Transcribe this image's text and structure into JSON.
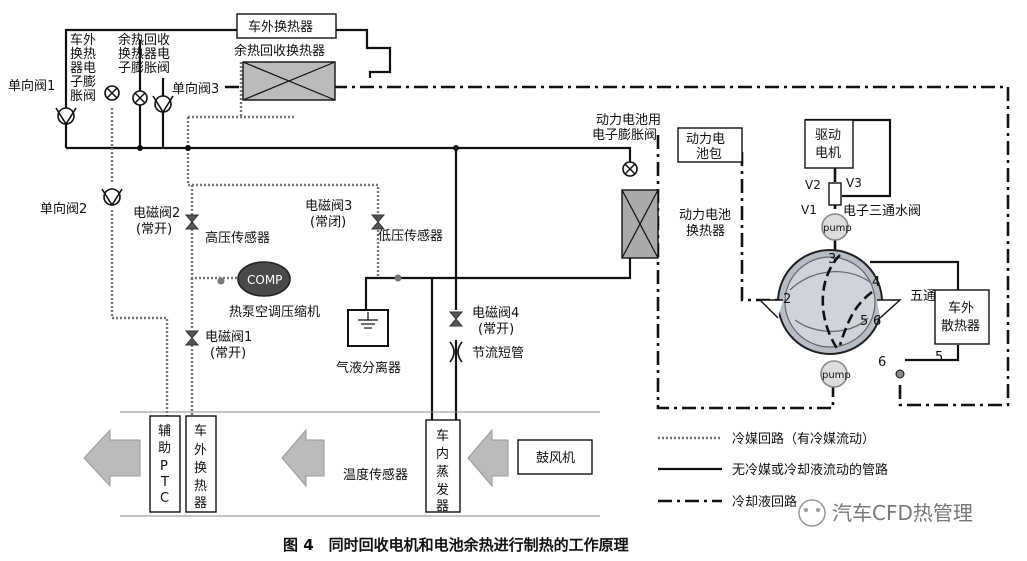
{
  "labels": {
    "outer_hx_top": "车外换热器",
    "waste_heat_hx": "余热回收换热器",
    "check_valve_1": "单向阀1",
    "check_valve_2": "单向阀2",
    "check_valve_3": "单向阀3",
    "outer_hx_exp_valve": "车外换热器电子膨胀阀",
    "waste_hx_exp_valve": "余热回收换热器电子膨胀阀",
    "battery_exp_valve_1": "动力电池用",
    "battery_exp_valve_2": "电子膨胀阀",
    "battery_pack_1": "动力电",
    "battery_pack_2": "池包",
    "drive_motor_1": "驱动",
    "drive_motor_2": "电机",
    "v1": "V1",
    "v2": "V2",
    "v3": "V3",
    "three_way_valve": "电子三通水阀",
    "battery_hx_1": "动力电池",
    "battery_hx_2": "换热器",
    "solenoid_2": "电磁阀2",
    "solenoid_2_state": "(常开)",
    "solenoid_3": "电磁阀3",
    "solenoid_3_state": "(常闭)",
    "high_pressure_sensor": "高压传感器",
    "low_pressure_sensor": "低压传感器",
    "comp": "COMP",
    "compressor": "热泵空调压缩机",
    "solenoid_1": "电磁阀1",
    "solenoid_1_state": "(常开)",
    "gas_liquid_separator": "气液分离器",
    "solenoid_4": "电磁阀4",
    "solenoid_4_state": "(常开)",
    "throttle_tube": "节流短管",
    "five_way_valve": "五通阀",
    "outer_radiator_1": "车外",
    "outer_radiator_2": "散热器",
    "port_2": "2",
    "port_3": "3",
    "port_4": "4",
    "port_5a": "5",
    "port_6a": "6",
    "port_5b": "5",
    "port_6b": "6",
    "pump_top": "pump",
    "pump_bottom": "pump",
    "aux_ptc": "辅助PTC",
    "outer_hx_bottom": "车外换热器",
    "evaporator": "车内蒸发器",
    "temp_sensor": "温度传感器",
    "blower": "鼓风机",
    "legend_refrigerant": "冷媒回路（有冷媒流动）",
    "legend_no_flow": "无冷媒或冷却液流动的管路",
    "legend_coolant": "冷却液回路",
    "caption": "图 4　同时回收电机和电池余热进行制热的工作原理",
    "watermark": "汽车CFD热管理"
  }
}
